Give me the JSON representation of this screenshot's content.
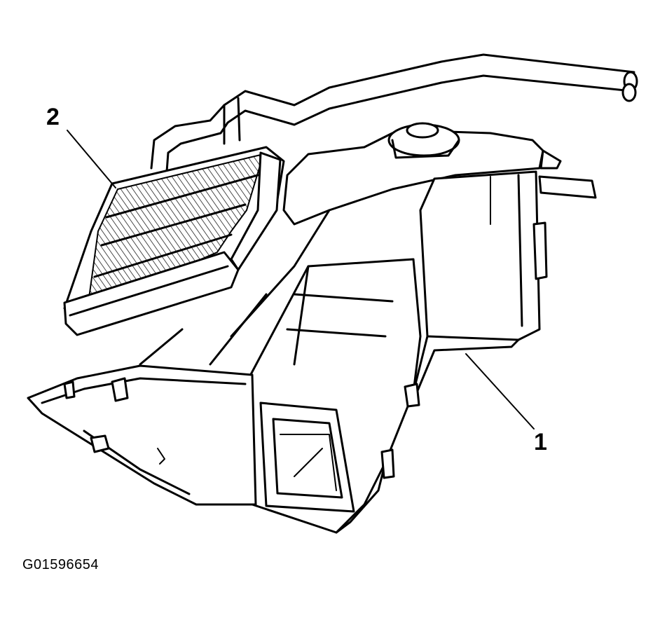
{
  "callouts": {
    "heater_core": "2",
    "heater_case": "1"
  },
  "figure_id": "G01596654",
  "colors": {
    "ink": "#000000",
    "paper": "#ffffff"
  }
}
